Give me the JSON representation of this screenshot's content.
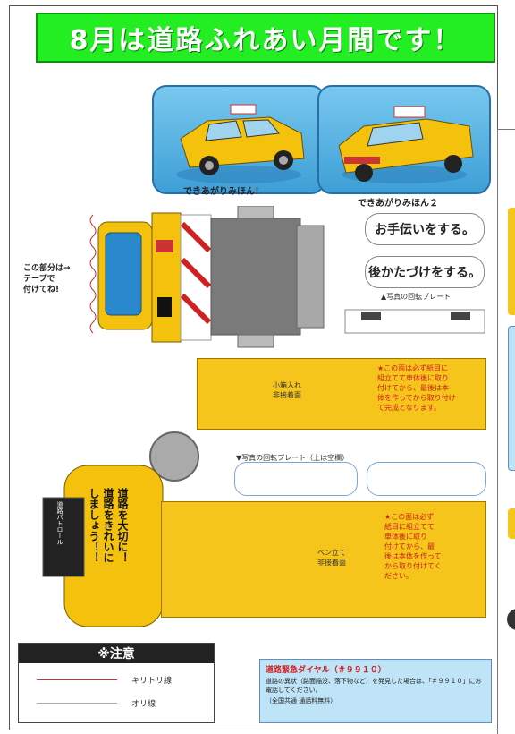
{
  "banner": {
    "title": "8月は道路ふれあい月間です！"
  },
  "photos": [
    {
      "caption": "できあがりみほん！"
    },
    {
      "caption": "できあがりみほん２"
    }
  ],
  "side_note": "この部分は→\nテープで\n付けてね!",
  "plates": [
    {
      "text": "お手伝いをする。"
    },
    {
      "text": "後かたづけをする。"
    }
  ],
  "captions": {
    "front_plate": "▲写真の回転プレート",
    "roof_plate": "▼写真の回転プレート（上は空欄）",
    "box1": "小箱入れ\n非接着面",
    "box2": "ベン立て\n非接着面"
  },
  "notes": {
    "box1": "★この面は必ず紙目に\n組立てて車体後に取り\n付けてから、最後は本\n体を作ってから取り付け\nて完成となります。",
    "box2": "★この面は必ず\n紙目に組立てて\n車体後に取り\n付けてから、最\n後は本体を作って\nから取り付けてく\nださい。"
  },
  "sign": {
    "lines": [
      "道路を大切に！",
      "道路をきれいに",
      "しましょう！！"
    ],
    "small": "道路パトロール"
  },
  "notice": {
    "title": "※注意",
    "legend": [
      {
        "label": "キリトリ線",
        "color": "#d03030"
      },
      {
        "label": "オリ線",
        "color": "#aaaaaa"
      }
    ]
  },
  "dial": {
    "title": "道路緊急ダイヤル（＃９９１０）",
    "body": "道路の異状（路面陥没、落下物など）を発見した場合は、「＃９９１０」にお電話してください。",
    "note": "（全国共通 通話料無料）"
  },
  "colors": {
    "banner": "#22ee22",
    "car": "#f4c20d",
    "photo_bg": "#4aa8dd",
    "dial_bg": "#bfe3f7"
  }
}
